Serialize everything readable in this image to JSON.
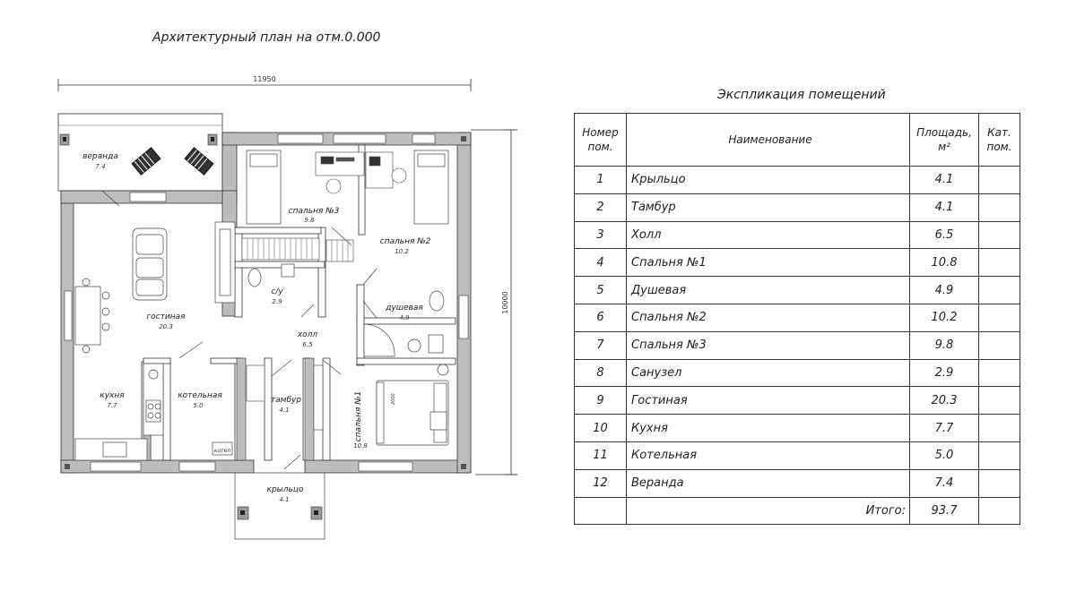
{
  "plan": {
    "title": "Архитектурный план на отм.0.000",
    "dim_width": "11950",
    "dim_height": "10000",
    "rooms": [
      {
        "name": "веранда",
        "area": "7.4"
      },
      {
        "name": "спальня №3",
        "area": "9.8"
      },
      {
        "name": "спальня №2",
        "area": "10.2"
      },
      {
        "name": "с/у",
        "area": "2.9"
      },
      {
        "name": "душевая",
        "area": "4.9"
      },
      {
        "name": "гостиная",
        "area": "20.3"
      },
      {
        "name": "холл",
        "area": "6.5"
      },
      {
        "name": "кухня",
        "area": "7.7"
      },
      {
        "name": "котельная",
        "area": "5.0"
      },
      {
        "name": "тамбур",
        "area": "4.1"
      },
      {
        "name": "спальня №1",
        "area": "10.8"
      },
      {
        "name": "крыльцо",
        "area": "4.1"
      }
    ],
    "small_labels": {
      "boiler": "котел",
      "bed": "2000"
    }
  },
  "explication": {
    "title": "Экспликация помещений",
    "headers": {
      "num": "Номер пом.",
      "name": "Наименование",
      "area": "Площадь, м²",
      "cat": "Кат. пом."
    },
    "rows": [
      {
        "num": "1",
        "name": "Крыльцо",
        "area": "4.1",
        "cat": ""
      },
      {
        "num": "2",
        "name": "Тамбур",
        "area": "4.1",
        "cat": ""
      },
      {
        "num": "3",
        "name": "Холл",
        "area": "6.5",
        "cat": ""
      },
      {
        "num": "4",
        "name": "Спальня №1",
        "area": "10.8",
        "cat": ""
      },
      {
        "num": "5",
        "name": "Душевая",
        "area": "4.9",
        "cat": ""
      },
      {
        "num": "6",
        "name": "Спальня №2",
        "area": "10.2",
        "cat": ""
      },
      {
        "num": "7",
        "name": "Спальня №3",
        "area": "9.8",
        "cat": ""
      },
      {
        "num": "8",
        "name": "Санузел",
        "area": "2.9",
        "cat": ""
      },
      {
        "num": "9",
        "name": "Гостиная",
        "area": "20.3",
        "cat": ""
      },
      {
        "num": "10",
        "name": "Кухня",
        "area": "7.7",
        "cat": ""
      },
      {
        "num": "11",
        "name": "Котельная",
        "area": "5.0",
        "cat": ""
      },
      {
        "num": "12",
        "name": "Веранда",
        "area": "7.4",
        "cat": ""
      }
    ],
    "total_label": "Итого:",
    "total_area": "93.7"
  }
}
